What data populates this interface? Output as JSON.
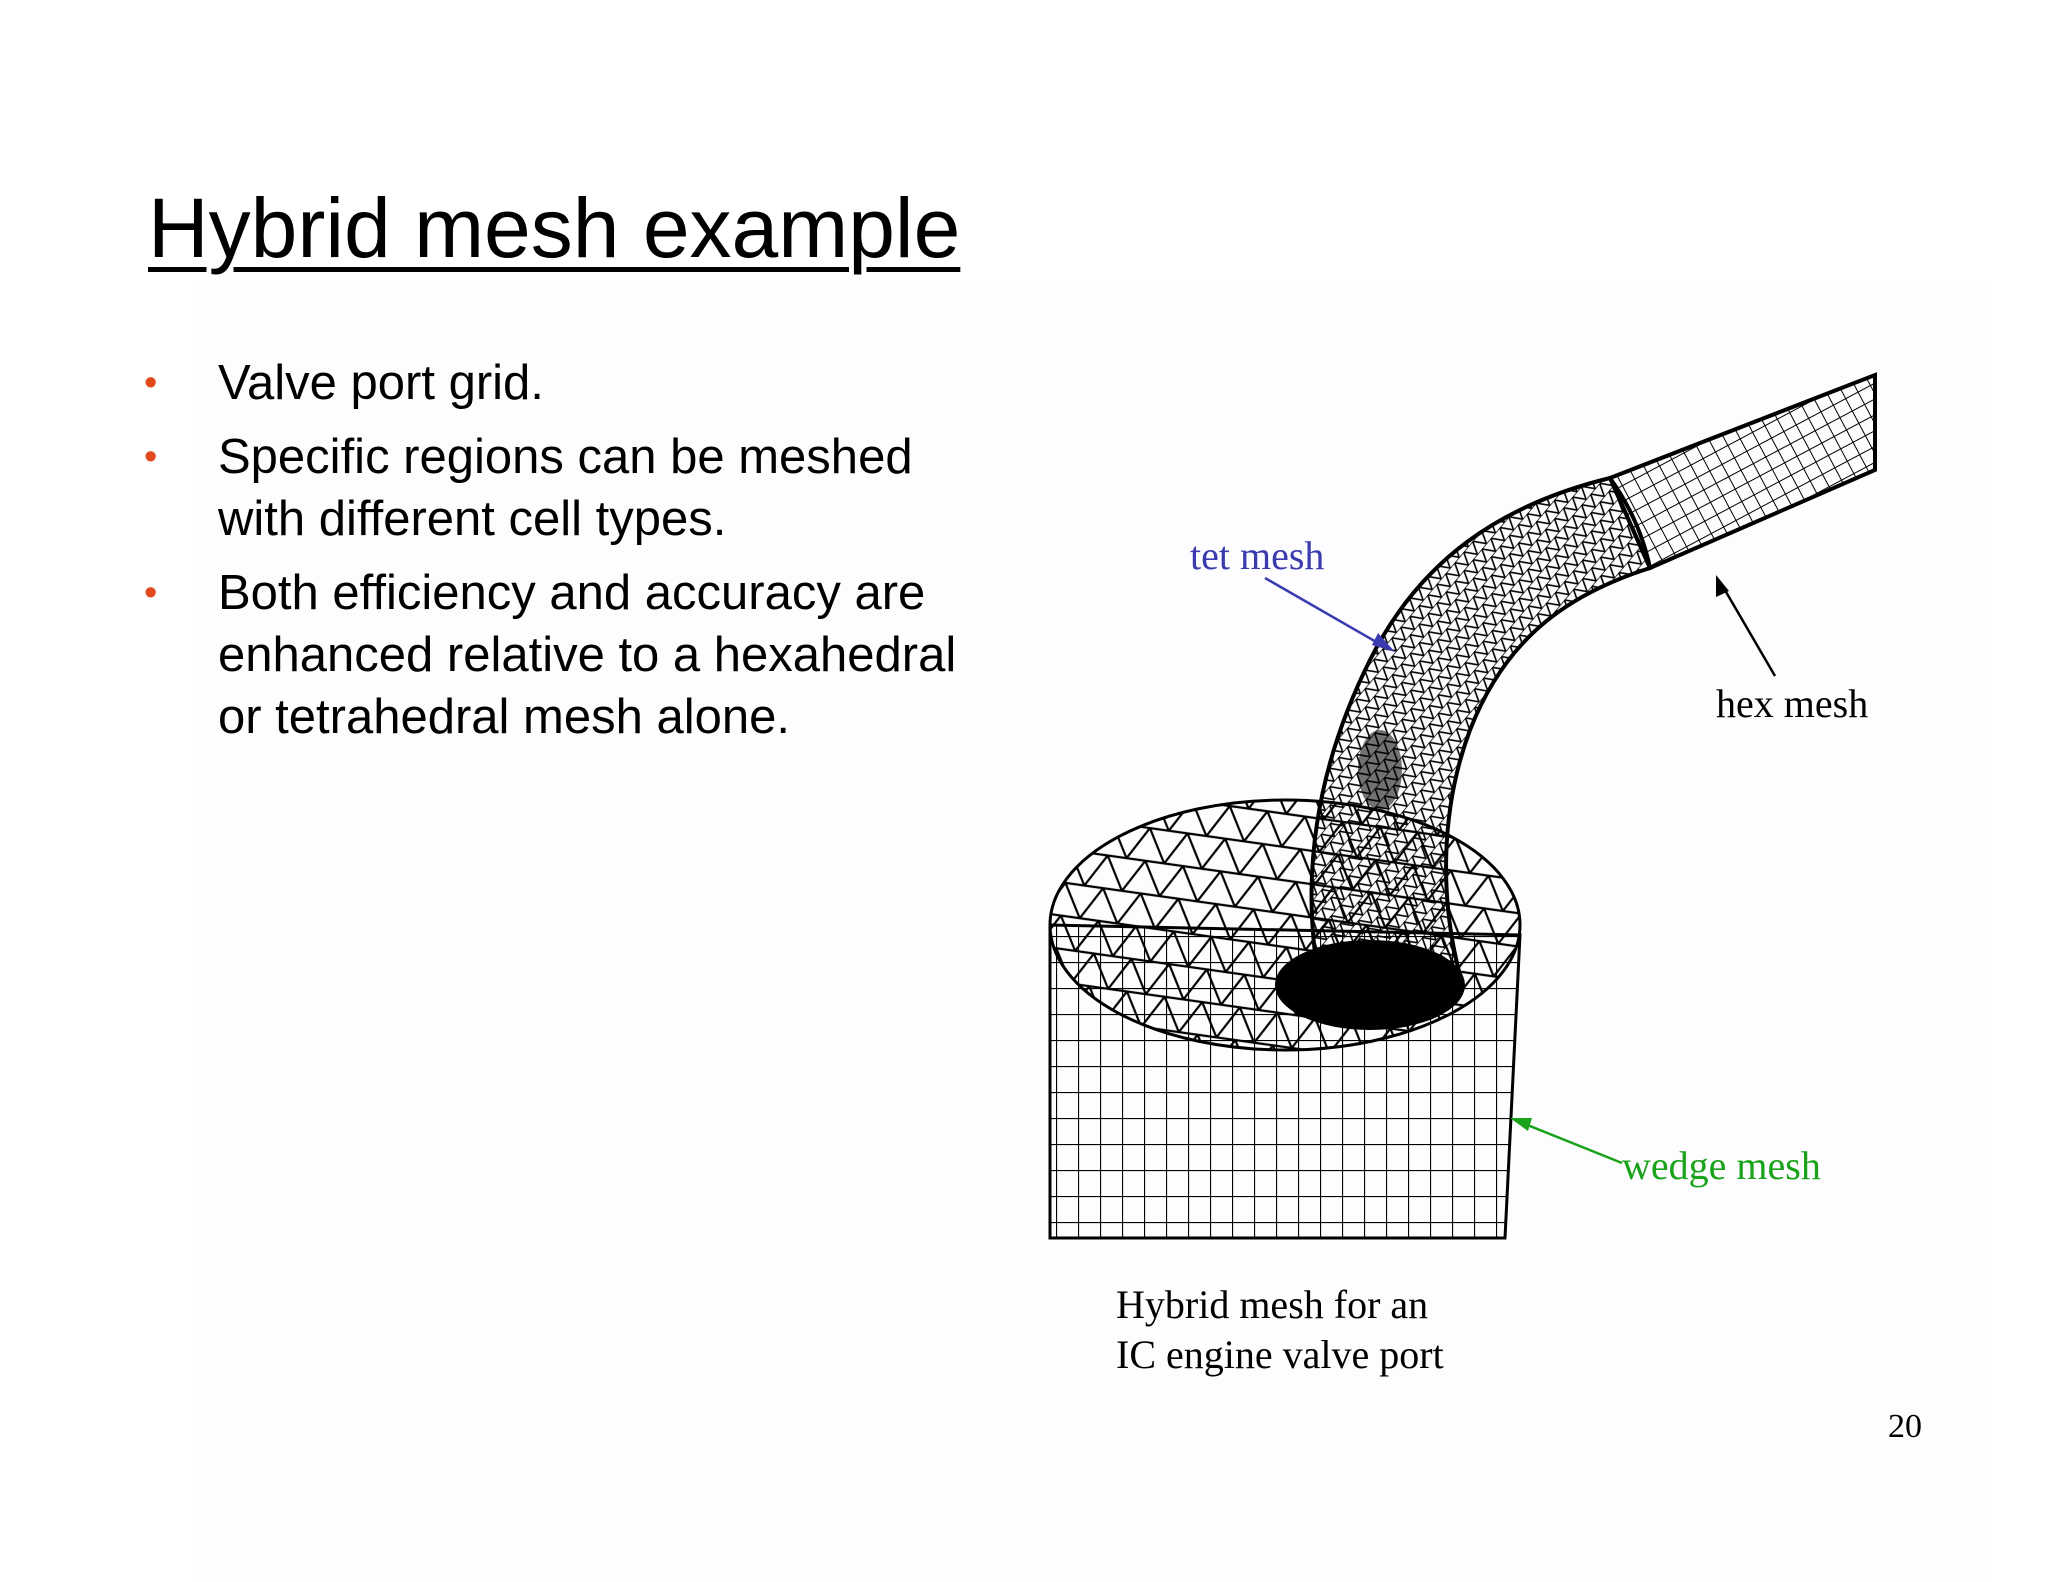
{
  "slide": {
    "title": "Hybrid mesh example",
    "bullets": [
      "Valve port grid.",
      "Specific regions can be meshed with different cell types.",
      "Both efficiency and accuracy are enhanced relative to a hexahedral or tetrahedral mesh alone."
    ],
    "bullet_color": "#e04a1c"
  },
  "figure": {
    "labels": {
      "tet": "tet mesh",
      "hex": "hex mesh",
      "wedge": "wedge mesh"
    },
    "label_colors": {
      "tet": "#3b3bb0",
      "hex": "#000000",
      "wedge": "#1aa31a"
    },
    "caption_line1": "Hybrid mesh for an",
    "caption_line2": "IC engine valve port"
  },
  "page_number": "20"
}
